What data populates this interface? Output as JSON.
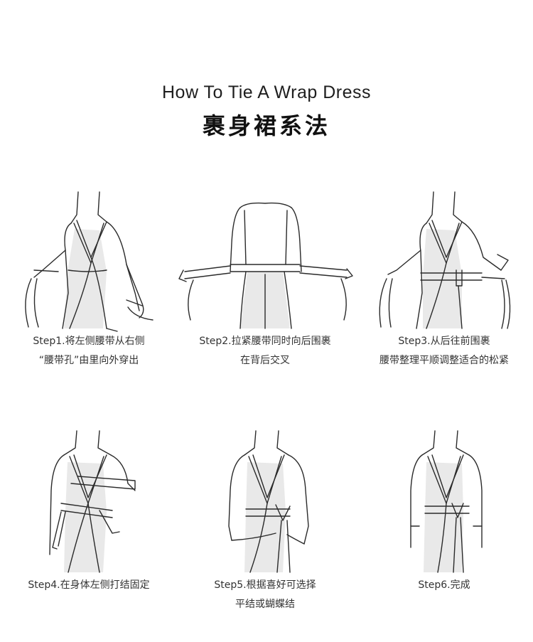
{
  "header": {
    "title_en": "How To Tie A Wrap Dress",
    "title_cn": "裹身裙系法"
  },
  "steps": [
    {
      "line1": "Step1.将左侧腰带从右侧",
      "line2": "“腰带孔”由里向外穿出",
      "illustration": "step1-illustration"
    },
    {
      "line1": "Step2.拉紧腰带同时向后围裹",
      "line2": "在背后交叉",
      "illustration": "step2-illustration"
    },
    {
      "line1": "Step3.从后往前围裹",
      "line2": "腰带整理平顺调整适合的松紧",
      "illustration": "step3-illustration"
    },
    {
      "line1": "Step4.在身体左侧打结固定",
      "line2": "",
      "illustration": "step4-illustration"
    },
    {
      "line1": "Step5.根据喜好可选择",
      "line2": "平结或蝴蝶结",
      "illustration": "step5-illustration"
    },
    {
      "line1": "Step6.完成",
      "line2": "",
      "illustration": "step6-illustration"
    }
  ],
  "colors": {
    "line": "#2a2a2a",
    "background": "#ffffff"
  }
}
